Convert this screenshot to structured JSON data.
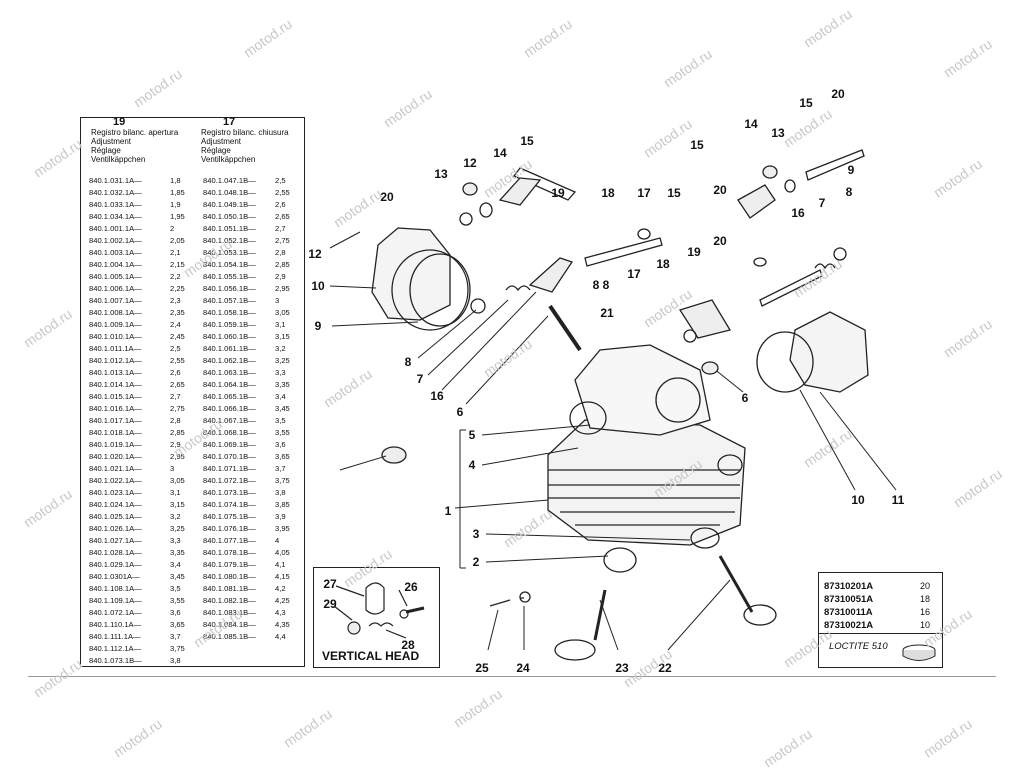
{
  "watermark": "motod.ru",
  "table": {
    "headers": [
      {
        "num": "19",
        "lines": [
          "Registro bilanc. apertura",
          "Adjustment",
          "Réglage",
          "Ventilkäppchen"
        ]
      },
      {
        "num": "17",
        "lines": [
          "Registro bilanc. chiusura",
          "Adjustment",
          "Réglage",
          "Ventilkäppchen"
        ]
      }
    ],
    "rows": [
      [
        "840.1.031.1A—",
        "1,8",
        "840.1.047.1B—",
        "2,5"
      ],
      [
        "840.1.032.1A—",
        "1,85",
        "840.1.048.1B—",
        "2,55"
      ],
      [
        "840.1.033.1A—",
        "1,9",
        "840.1.049.1B—",
        "2,6"
      ],
      [
        "840.1.034.1A—",
        "1,95",
        "840.1.050.1B—",
        "2,65"
      ],
      [
        "840.1.001.1A—",
        "2",
        "840.1.051.1B—",
        "2,7"
      ],
      [
        "840.1.002.1A—",
        "2,05",
        "840.1.052.1B—",
        "2,75"
      ],
      [
        "840.1.003.1A—",
        "2,1",
        "840.1.053.1B—",
        "2,8"
      ],
      [
        "840.1.004.1A—",
        "2,15",
        "840.1.054.1B—",
        "2,85"
      ],
      [
        "840.1.005.1A—",
        "2,2",
        "840.1.055.1B—",
        "2,9"
      ],
      [
        "840.1.006.1A—",
        "2,25",
        "840.1.056.1B—",
        "2,95"
      ],
      [
        "840.1.007.1A—",
        "2,3",
        "840.1.057.1B—",
        "3"
      ],
      [
        "840.1.008.1A—",
        "2,35",
        "840.1.058.1B—",
        "3,05"
      ],
      [
        "840.1.009.1A—",
        "2,4",
        "840.1.059.1B—",
        "3,1"
      ],
      [
        "840.1.010.1A—",
        "2,45",
        "840.1.060.1B—",
        "3,15"
      ],
      [
        "840.1.011.1A—",
        "2,5",
        "840.1.061.1B—",
        "3,2"
      ],
      [
        "840.1.012.1A—",
        "2,55",
        "840.1.062.1B—",
        "3,25"
      ],
      [
        "840.1.013.1A—",
        "2,6",
        "840.1.063.1B—",
        "3,3"
      ],
      [
        "840.1.014.1A—",
        "2,65",
        "840.1.064.1B—",
        "3,35"
      ],
      [
        "840.1.015.1A—",
        "2,7",
        "840.1.065.1B—",
        "3,4"
      ],
      [
        "840.1.016.1A—",
        "2,75",
        "840.1.066.1B—",
        "3,45"
      ],
      [
        "840.1.017.1A—",
        "2,8",
        "840.1.067.1B—",
        "3,5"
      ],
      [
        "840.1.018.1A—",
        "2,85",
        "840.1.068.1B—",
        "3,55"
      ],
      [
        "840.1.019.1A—",
        "2,9",
        "840.1.069.1B—",
        "3,6"
      ],
      [
        "840.1.020.1A—",
        "2,95",
        "840.1.070.1B—",
        "3,65"
      ],
      [
        "840.1.021.1A—",
        "3",
        "840.1.071.1B—",
        "3,7"
      ],
      [
        "840.1.022.1A—",
        "3,05",
        "840.1.072.1B—",
        "3,75"
      ],
      [
        "840.1.023.1A—",
        "3,1",
        "840.1.073.1B—",
        "3,8"
      ],
      [
        "840.1.024.1A—",
        "3,15",
        "840.1.074.1B—",
        "3,85"
      ],
      [
        "840.1.025.1A—",
        "3,2",
        "840.1.075.1B—",
        "3,9"
      ],
      [
        "840.1.026.1A—",
        "3,25",
        "840.1.076.1B—",
        "3,95"
      ],
      [
        "840.1.027.1A—",
        "3,3",
        "840.1.077.1B—",
        "4"
      ],
      [
        "840.1.028.1A—",
        "3,35",
        "840.1.078.1B—",
        "4,05"
      ],
      [
        "840.1.029.1A—",
        "3,4",
        "840.1.079.1B—",
        "4,1"
      ],
      [
        "840.1.0301A—",
        "3,45",
        "840.1.080.1B—",
        "4,15"
      ],
      [
        "840.1.108.1A—",
        "3,5",
        "840.1.081.1B—",
        "4,2"
      ],
      [
        "840.1.109.1A—",
        "3,55",
        "840.1.082.1B—",
        "4,25"
      ],
      [
        "840.1.072.1A—",
        "3,6",
        "840.1.083.1B—",
        "4,3"
      ],
      [
        "840.1.110.1A—",
        "3,65",
        "840.1.084.1B—",
        "4,35"
      ],
      [
        "840.1.111.1A—",
        "3,7",
        "840.1.085.1B—",
        "4,4"
      ],
      [
        "840.1.112.1A—",
        "3,75",
        "",
        ""
      ],
      [
        "840.1.073.1B—",
        "3,8",
        "",
        ""
      ]
    ]
  },
  "vertical_head": {
    "label": "VERTICAL HEAD",
    "labels": [
      "27",
      "26",
      "29",
      "28"
    ]
  },
  "kits": [
    {
      "code": "87310201A",
      "count": "20"
    },
    {
      "code": "87310051A",
      "count": "18"
    },
    {
      "code": "87310011A",
      "count": "16"
    },
    {
      "code": "87310021A",
      "count": "10"
    }
  ],
  "loctite": "LOCTITE 510",
  "callouts": [
    "1",
    "2",
    "3",
    "4",
    "5",
    "6",
    "6",
    "7",
    "7",
    "8",
    "8",
    "8",
    "8",
    "9",
    "9",
    "10",
    "10",
    "11",
    "12",
    "12",
    "13",
    "13",
    "14",
    "14",
    "15",
    "15",
    "15",
    "15",
    "16",
    "16",
    "17",
    "17",
    "18",
    "18",
    "19",
    "19",
    "20",
    "20",
    "20",
    "20",
    "21",
    "22",
    "23",
    "24",
    "25"
  ]
}
